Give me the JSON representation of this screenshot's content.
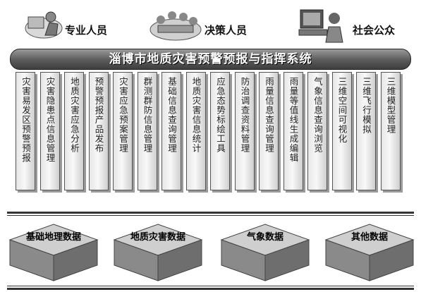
{
  "users": [
    {
      "label": "专业人员",
      "icon": "professional-user-icon"
    },
    {
      "label": "决策人员",
      "icon": "decision-maker-icon"
    },
    {
      "label": "社会公众",
      "icon": "public-user-icon"
    }
  ],
  "banner": {
    "title": "淄博市地质灾害预警预报与指挥系统"
  },
  "modules": [
    "灾害易发区预警预报",
    "灾害隐患点信息管理",
    "地质灾害应急分析",
    "预警预报产品发布",
    "灾害应急预案管理",
    "群测群防信息管理",
    "基础信息查询管理",
    "地质灾害信息统计",
    "应急态势标绘工具",
    "防治调查资料管理",
    "雨量信息查询管理",
    "雨量等值线生成编辑",
    "气象信息查询浏览",
    "三维空间可视化",
    "三维飞行模拟",
    "三维模型管理"
  ],
  "data_layers": [
    {
      "label": "基础地理数据"
    },
    {
      "label": "地质灾害数据"
    },
    {
      "label": "气象数据"
    },
    {
      "label": "其他数据"
    }
  ],
  "colors": {
    "banner": "#5a5a5a",
    "module_fill": "#eeeeee",
    "block_top": "#c8c8c8"
  }
}
